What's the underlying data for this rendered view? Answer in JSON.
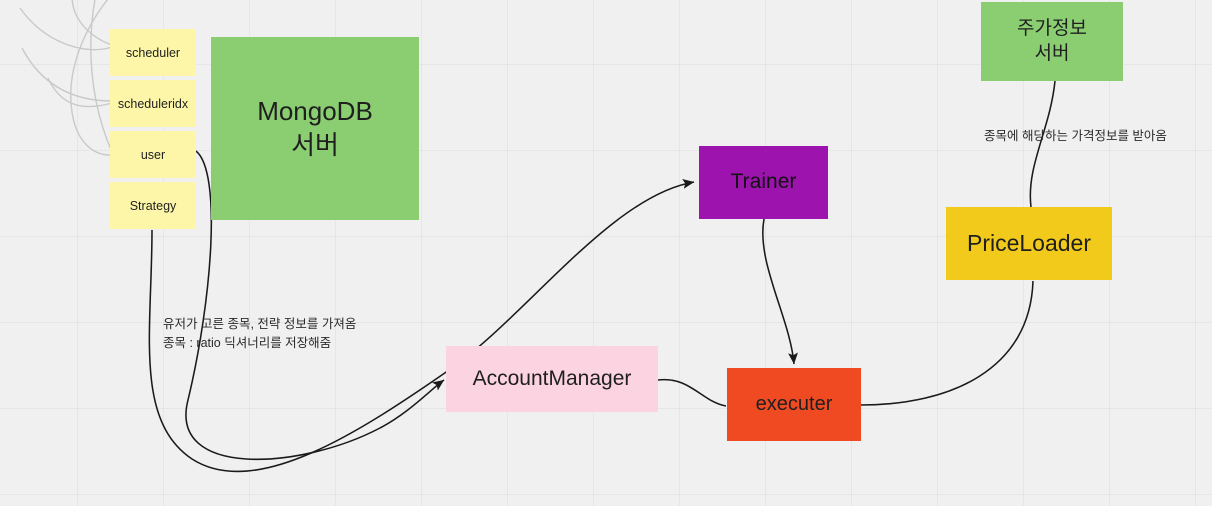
{
  "canvas": {
    "background": "#f0f0f0",
    "grid_color": "#e5e5e5",
    "grid_size": 86
  },
  "palette": {
    "sticky_yellow": "#fdf6a8",
    "green": "#8bce71",
    "purple": "#9c14ad",
    "gold": "#f2ca1b",
    "pink": "#fcd3e1",
    "red_orange": "#f04a23",
    "edge": "#1a1a1a",
    "faint_edge": "#c9c9c9"
  },
  "nodes": {
    "scheduler": {
      "label": "scheduler"
    },
    "scheduleridx": {
      "label": "scheduleridx"
    },
    "user": {
      "label": "user"
    },
    "strategy": {
      "label": "Strategy"
    },
    "mongodb": {
      "label": "MongoDB\n서버"
    },
    "price_server": {
      "label": "주가정보\n서버"
    },
    "trainer": {
      "label": "Trainer"
    },
    "price_loader": {
      "label": "PriceLoader"
    },
    "account_manager": {
      "label": "AccountManager"
    },
    "executer": {
      "label": "executer"
    }
  },
  "annotations": {
    "left": "유저가 고른 종목, 전략 정보를 가져옴\n종목 : ratio 딕셔너리를 저장해줌",
    "right": "종목에 해당하는 가격정보를 받아옴"
  }
}
